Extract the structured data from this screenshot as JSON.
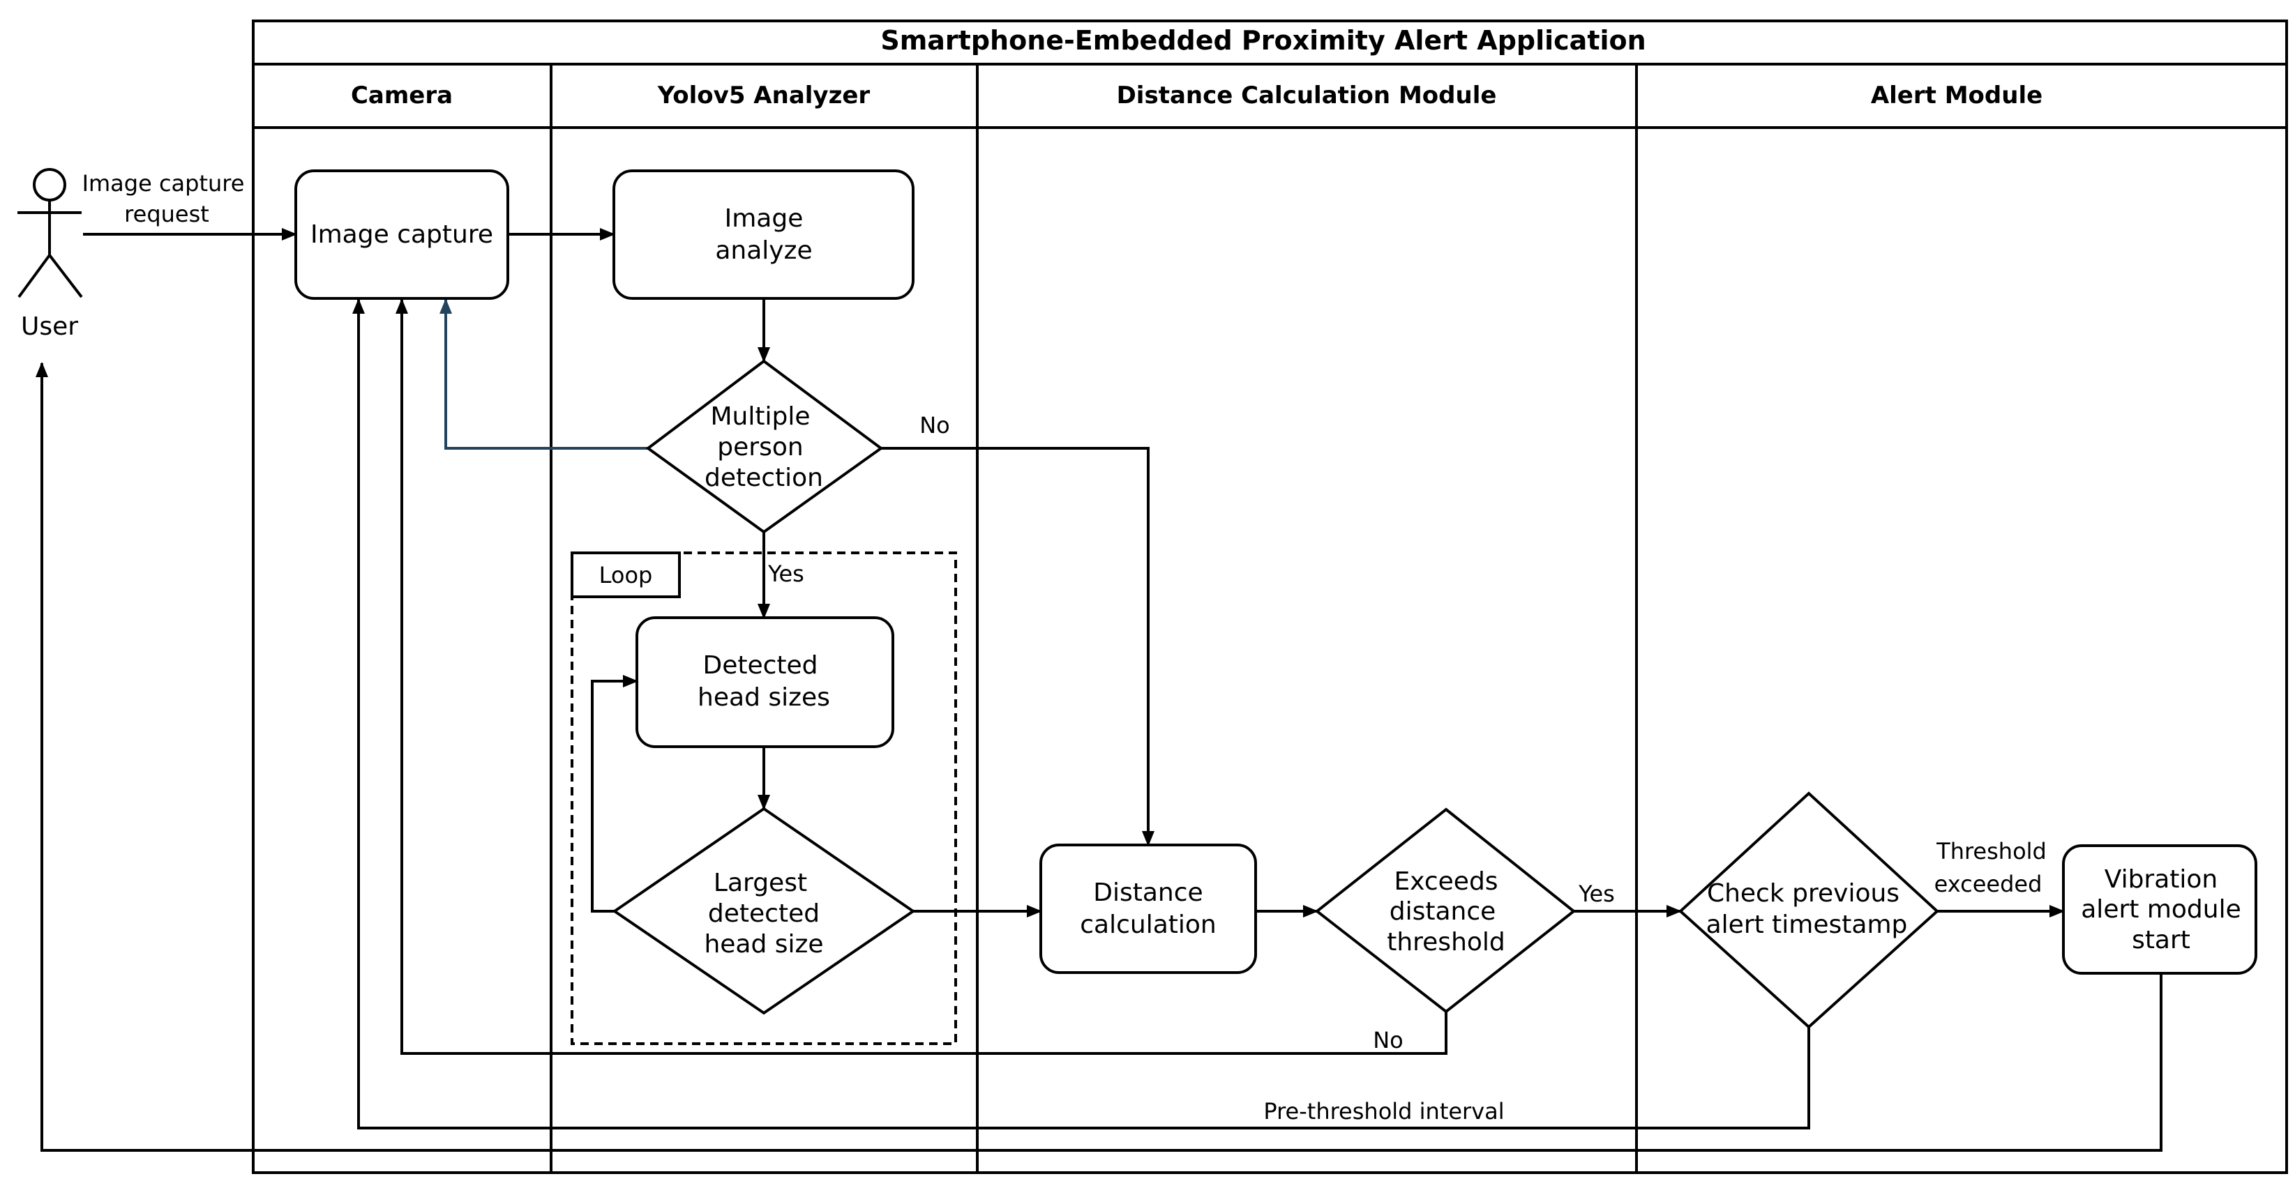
{
  "title": "Smartphone-Embedded Proximity Alert Application",
  "lanes": [
    "Camera",
    "Yolov5 Analyzer",
    "Distance Calculation Module",
    "Alert Module"
  ],
  "actor": {
    "label": "User",
    "request_label": [
      "Image capture",
      "request"
    ]
  },
  "nodes": {
    "image_capture": [
      "Image capture"
    ],
    "image_analyze": [
      "Image",
      "analyze"
    ],
    "multiple_person_detection": [
      "Multiple",
      "person",
      "detection"
    ],
    "detected_head_sizes": [
      "Detected",
      "head sizes"
    ],
    "largest_detected_head_size": [
      "Largest",
      "detected",
      "head size"
    ],
    "distance_calculation": [
      "Distance",
      "calculation"
    ],
    "exceeds_distance_threshold": [
      "Exceeds",
      "distance",
      "threshold"
    ],
    "check_previous_alert_timestamp": [
      "Check previous",
      "alert timestamp"
    ],
    "vibration_alert_module_start": [
      "Vibration",
      "alert module",
      "start"
    ]
  },
  "loop_label": "Loop",
  "edge_labels": {
    "no_multiple": "No",
    "yes_multiple": "Yes",
    "yes_threshold": "Yes",
    "no_threshold": "No",
    "threshold_exceeded": [
      "Threshold",
      "exceeded"
    ],
    "pre_threshold_interval": "Pre-threshold interval"
  },
  "colors": {
    "line": "#000000",
    "feedback_line": "#23445d",
    "background": "#ffffff"
  }
}
